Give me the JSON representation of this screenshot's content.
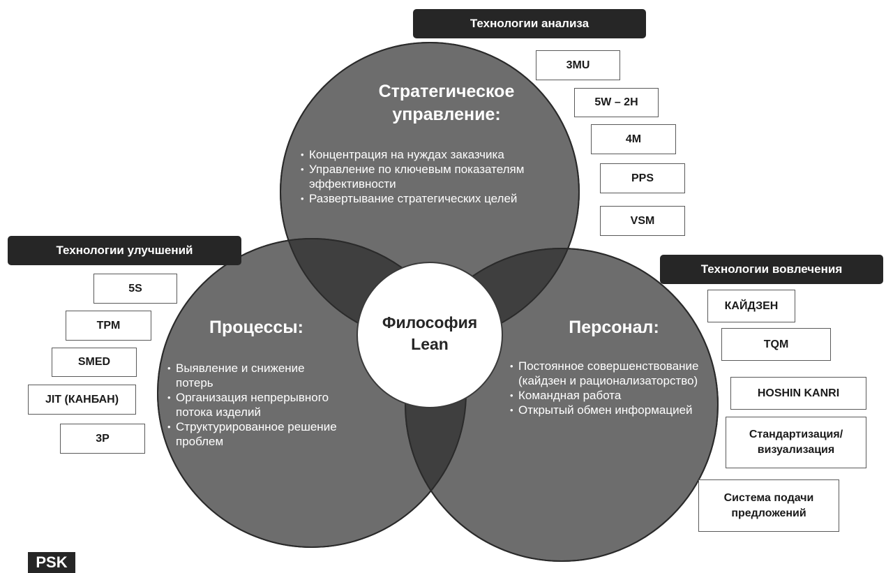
{
  "headers": {
    "analysis": "Технологии анализа",
    "improvement": "Технологии улучшений",
    "involvement": "Технологии вовлечения"
  },
  "analysis_tools": [
    "3MU",
    "5W – 2H",
    "4M",
    "PPS",
    "VSM"
  ],
  "improvement_tools": [
    "5S",
    "TPM",
    "SMED",
    "JIT (КАНБАН)",
    "3P"
  ],
  "involvement_tools": [
    "КАЙДЗЕН",
    "TQM",
    "HOSHIN KANRI",
    "Стандартизация/ визуализация",
    "Система подачи предложений"
  ],
  "circles": {
    "strategy": {
      "title": "Стратегическое управление:",
      "bullets": [
        "Концентрация на нуждах заказчика",
        "Управление по ключевым показателям эффективности",
        "Развертывание стратегических целей"
      ]
    },
    "processes": {
      "title": "Процессы:",
      "bullets": [
        "Выявление и снижение потерь",
        "Организация непрерывного потока изделий",
        "Структурированное решение проблем"
      ]
    },
    "personnel": {
      "title": "Персонал:",
      "bullets": [
        "Постоянное совершенствование (кайдзен и рационализаторство)",
        "Командная работа",
        "Открытый обмен информацией"
      ]
    }
  },
  "center": {
    "line1": "Философия",
    "line2": "Lean"
  },
  "logo": "PSK",
  "colors": {
    "circle": "#6d6d6d",
    "overlap": "#3f3f3f",
    "header": "#262626",
    "center": "#ffffff"
  }
}
